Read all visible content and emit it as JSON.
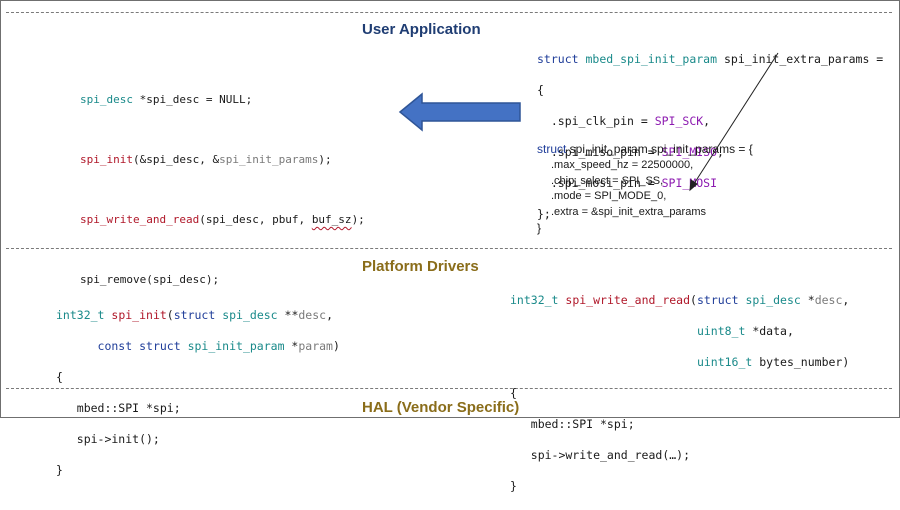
{
  "colors": {
    "section_title_blue": "#1f3d73",
    "section_title_gold": "#8a6d1a",
    "arrow_fill": "#4472c4",
    "keyword": "#1f3d99",
    "type": "#1a8a8a",
    "function": "#b0182a",
    "macro": "#8c1ab0"
  },
  "sections": {
    "user_app": "User Application",
    "platform": "Platform Drivers",
    "hal": "HAL (Vendor Specific)"
  },
  "user_code": {
    "l1_type": "spi_desc",
    "l1_rest": " *spi_desc = NULL;",
    "l2_fn": "spi_init",
    "l2_a": "(&spi_desc, &",
    "l2_b": "spi_init_params",
    "l2_c": ");",
    "l3_fn": "spi_write_and_read",
    "l3_a": "(spi_desc, pbuf, ",
    "l3_b": "buf_sz",
    "l3_c": ");",
    "l4": "spi_remove(spi_desc);"
  },
  "extra_params": {
    "kw": "struct",
    "type": "mbed_spi_init_param",
    "name": " spi_init_extra_params =",
    "open": "{",
    "f1": "  .spi_clk_pin = ",
    "v1": "SPI_SCK",
    "e1": ",",
    "f2": "  .spi_miso_pin = ",
    "v2": "SPI_MISO",
    "e2": ",",
    "f3": "  .spi_mosi_pin = ",
    "v3": "SPI_MOSI",
    "close": "};"
  },
  "init_params": {
    "kw": "struct",
    "rest": " spi_init_param spi_init_params = {",
    "f1": ".max_speed_hz = 22500000,",
    "f2": ".chip_select = SPI_SS,",
    "f3": ".mode = SPI_MODE_0,",
    "f4": ".extra = &spi_init_extra_params",
    "close": "}"
  },
  "drv_init": {
    "ret": "int32_t",
    "fn": "spi_init",
    "p1a": "(",
    "p1kw": "struct",
    "p1ty": " spi_desc",
    "p1b": " **",
    "p1n": "desc",
    "p1c": ",",
    "p2kw1": "      const",
    "p2kw2": " struct",
    "p2ty": " spi_init_param",
    "p2b": " *",
    "p2n": "param",
    "p2c": ")",
    "open": "{",
    "b1": "   mbed::SPI *spi;",
    "b2": "   spi->init();",
    "close": "}"
  },
  "drv_rw": {
    "ret": "int32_t",
    "fn": "spi_write_and_read",
    "p1a": "(",
    "p1kw": "struct",
    "p1ty": " spi_desc",
    "p1b": " *",
    "p1n": "desc",
    "p1c": ",",
    "p2pad": "                           ",
    "p2ty": "uint8_t",
    "p2b": " *data,",
    "p3pad": "                           ",
    "p3ty": "uint16_t",
    "p3b": " bytes_number)",
    "open": "{",
    "b1": "   mbed::SPI *spi;",
    "b2": "   spi->write_and_read(…);",
    "close": "}"
  }
}
